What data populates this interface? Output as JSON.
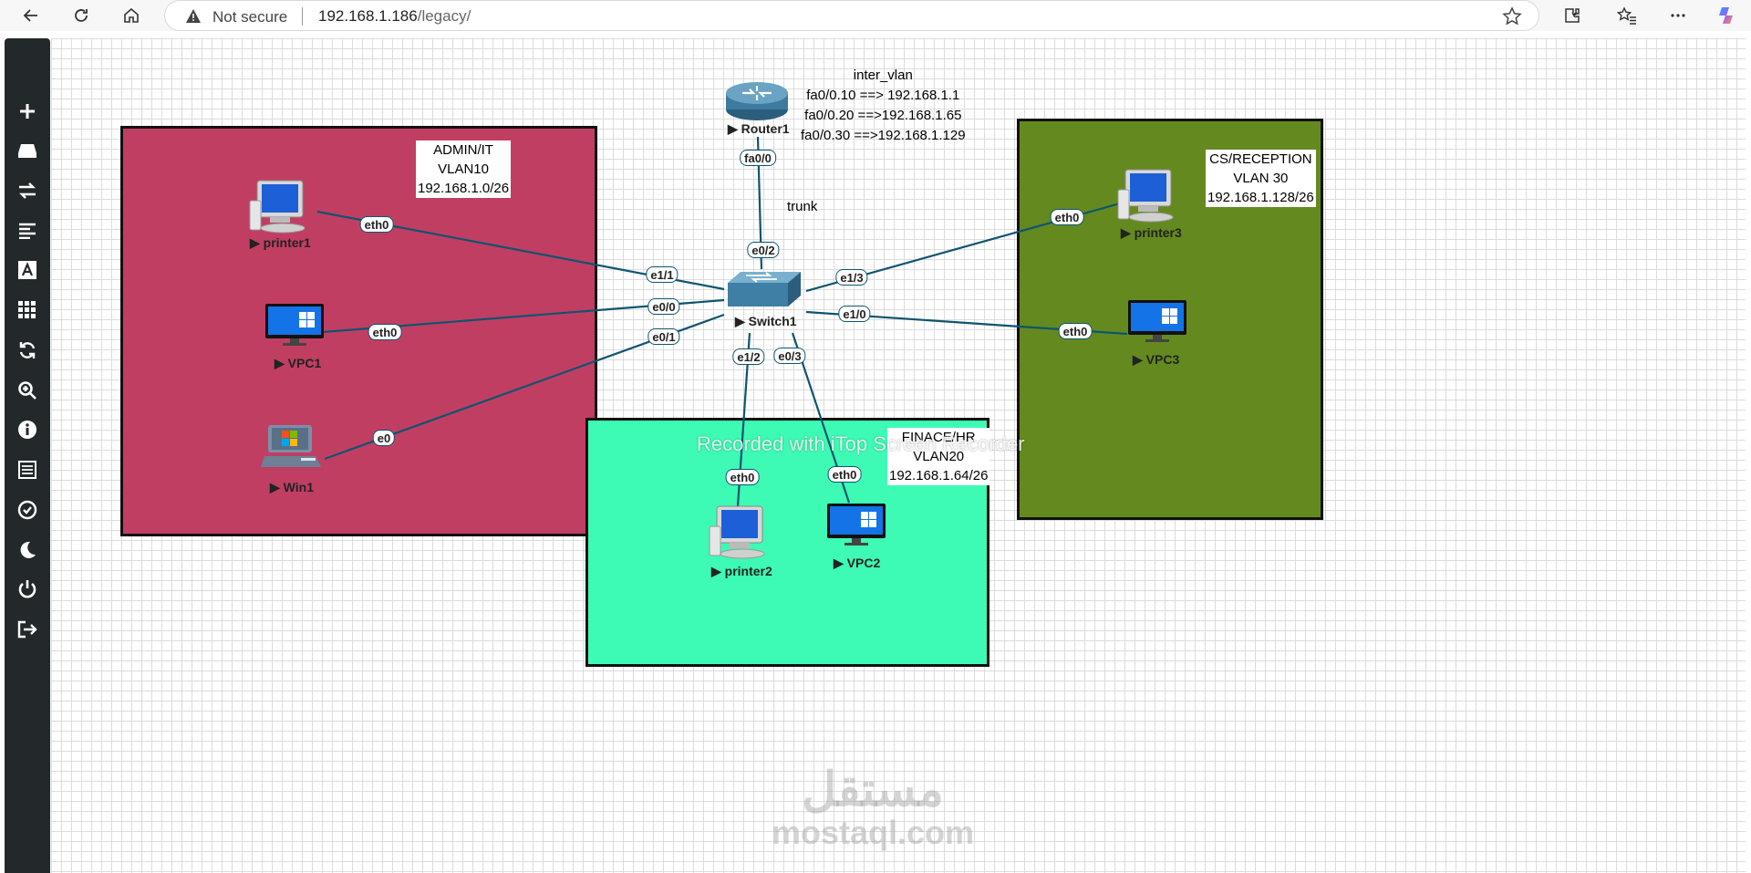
{
  "browser": {
    "security_text": "Not secure",
    "url_host": "192.168.1.186",
    "url_path": "/legacy/"
  },
  "sidebar": {
    "icons": [
      "add-icon",
      "storage-icon",
      "transfer-icon",
      "align-icon",
      "text-icon",
      "grid-icon",
      "refresh-icon",
      "zoom-icon",
      "info-icon",
      "list-icon",
      "check-icon",
      "moon-icon",
      "power-icon",
      "logout-icon"
    ]
  },
  "topology": {
    "zones": {
      "admin": {
        "line1": "ADMIN/IT",
        "line2": "VLAN10",
        "line3": "192.168.1.0/26",
        "color": "#c13e63"
      },
      "finance": {
        "line1": "FINACE/HR",
        "line2": "VLAN20",
        "line3": "192.168.1.64/26",
        "color": "#3dfbb4"
      },
      "reception": {
        "line1": "CS/RECEPTION",
        "line2": "VLAN 30",
        "line3": "192.168.1.128/26",
        "color": "#648a1f"
      }
    },
    "inter_vlan": {
      "title": "inter_vlan",
      "line1": "fa0/0.10 ==> 192.168.1.1",
      "line2": "fa0/0.20 ==>192.168.1.65",
      "line3": "fa0/0.30 ==>192.168.1.129"
    },
    "trunk_label": "trunk",
    "nodes": {
      "router1": "Router1",
      "switch1": "Switch1",
      "printer1": "printer1",
      "vpc1": "VPC1",
      "win1": "Win1",
      "printer2": "printer2",
      "vpc2": "VPC2",
      "printer3": "printer3",
      "vpc3": "VPC3"
    },
    "ports": {
      "router_fa00": "fa0/0",
      "sw_e02": "e0/2",
      "sw_e11": "e1/1",
      "sw_e00": "e0/0",
      "sw_e01": "e0/1",
      "sw_e12": "e1/2",
      "sw_e03": "e0/3",
      "sw_e13": "e1/3",
      "sw_e10": "e1/0",
      "printer1_eth0": "eth0",
      "vpc1_eth0": "eth0",
      "win1_e0": "e0",
      "printer2_eth0": "eth0",
      "vpc2_eth0": "eth0",
      "printer3_eth0": "eth0",
      "vpc3_eth0": "eth0"
    },
    "link_color": "#0e5470"
  },
  "watermarks": {
    "recorder": "Recorded with iTop Screen Recorder",
    "brand_arabic": "مستقل",
    "brand_latin": "mostaql.com"
  }
}
